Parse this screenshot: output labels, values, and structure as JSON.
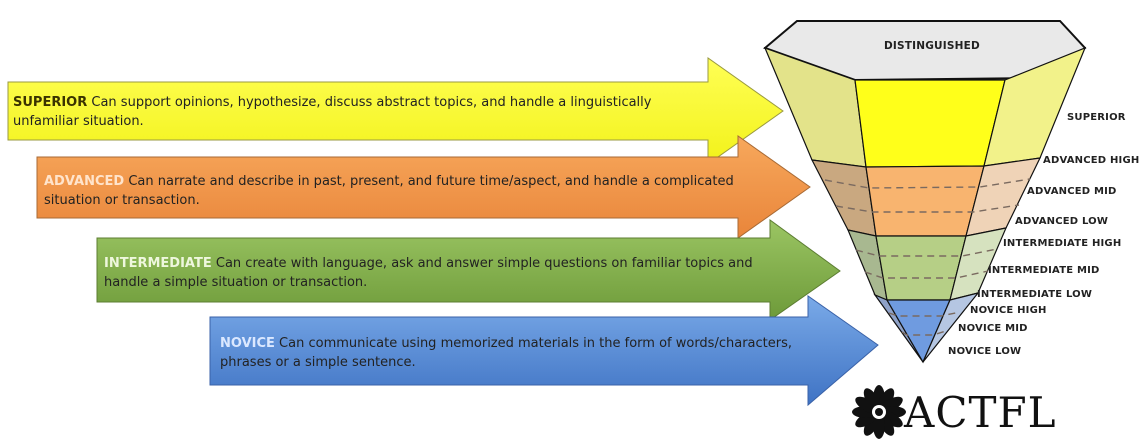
{
  "arrows": {
    "superior": {
      "level": "SUPERIOR",
      "description": "Can support opinions, hypothesize, discuss abstract topics, and handle a linguistically unfamiliar situation.",
      "fill": "#ffff33",
      "level_color": "#3a3300"
    },
    "advanced": {
      "level": "ADVANCED",
      "description": "Can narrate and describe in past, present, and future time/aspect, and handle a complicated situation or transaction.",
      "fill": "#f39a4c",
      "level_color": "#ffe4cc"
    },
    "intermediate": {
      "level": "INTERMEDIATE",
      "description": "Can create with language, ask and answer simple questions on familiar topics and handle a simple situation or transaction.",
      "fill": "#84b04d",
      "level_color": "#eef7dd"
    },
    "novice": {
      "level": "NOVICE",
      "description": "Can communicate using memorized materials in the form of words/characters, phrases or a simple sentence.",
      "fill": "#5b8fd9",
      "level_color": "#dbe8ff"
    }
  },
  "pyramid": {
    "top_label": "DISTINGUISHED",
    "labels": {
      "superior": "SUPERIOR",
      "advanced_high": "ADVANCED HIGH",
      "advanced_mid": "ADVANCED MID",
      "advanced_low": "ADVANCED LOW",
      "intermediate_high": "INTERMEDIATE HIGH",
      "intermediate_mid": "INTERMEDIATE MID",
      "intermediate_low": "INTERMEDIATE LOW",
      "novice_high": "NOVICE HIGH",
      "novice_mid": "NOVICE MID",
      "novice_low": "NOVICE LOW"
    },
    "colors": {
      "distinguished": "#e9e9e9",
      "superior": "#ffff1a",
      "advanced": "#f6b36e",
      "intermediate": "#aac872",
      "novice": "#7ba3dc"
    }
  },
  "logo": {
    "text": "ACTFL"
  }
}
